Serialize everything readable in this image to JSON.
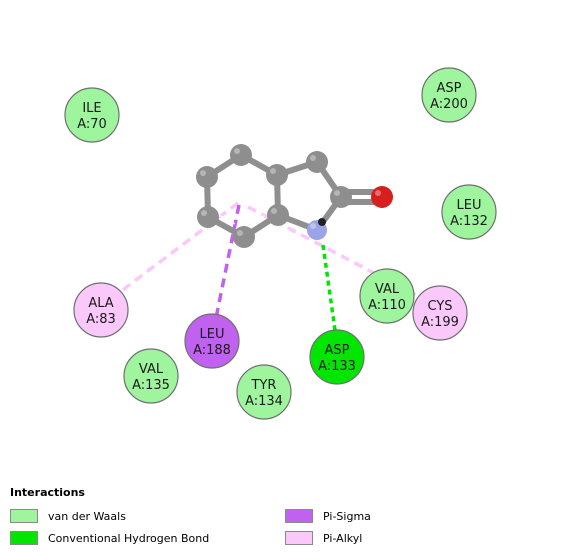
{
  "legend": {
    "title": "Interactions",
    "items": [
      {
        "id": "vdw",
        "label": "van der Waals",
        "color": "#9ef59e"
      },
      {
        "id": "hbond",
        "label": "Conventional Hydrogen Bond",
        "color": "#00e600"
      },
      {
        "id": "pisigma",
        "label": "Pi-Sigma",
        "color": "#c061f0"
      },
      {
        "id": "pialkyl",
        "label": "Pi-Alkyl",
        "color": "#fbc8fb"
      }
    ]
  },
  "residues": [
    {
      "name": "ILE",
      "id": "A:70",
      "type": "vdw"
    },
    {
      "name": "ASP",
      "id": "A:200",
      "type": "vdw"
    },
    {
      "name": "LEU",
      "id": "A:132",
      "type": "vdw"
    },
    {
      "name": "VAL",
      "id": "A:110",
      "type": "vdw"
    },
    {
      "name": "CYS",
      "id": "A:199",
      "type": "pialkyl"
    },
    {
      "name": "ASP",
      "id": "A:133",
      "type": "hbond"
    },
    {
      "name": "TYR",
      "id": "A:134",
      "type": "vdw"
    },
    {
      "name": "LEU",
      "id": "A:188",
      "type": "pisigma"
    },
    {
      "name": "VAL",
      "id": "A:135",
      "type": "vdw"
    },
    {
      "name": "ALA",
      "id": "A:83",
      "type": "pialkyl"
    }
  ]
}
